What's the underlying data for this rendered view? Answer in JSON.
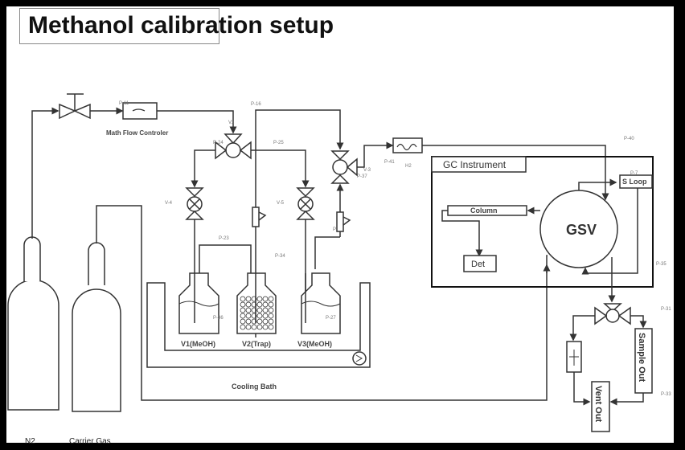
{
  "title": "Methanol calibration setup",
  "cylinders": {
    "n2_label": "N2",
    "carrier_label": "Carrier Gas"
  },
  "components": {
    "mfc_label": "Math Flow Controler",
    "valves": {
      "v2": "V2",
      "v4": "V-4",
      "v5": "V-5",
      "v3": "V-3"
    },
    "vessels": {
      "v1": "V1(MeOH)",
      "v2": "V2(Trap)",
      "v3": "V3(MeOH)"
    },
    "cooling_bath": "Cooling Bath",
    "gc_instrument": "GC Instrument",
    "column": "Column",
    "detector": "Det",
    "gsv": "GSV",
    "sample_loop": "S Loop",
    "sample_out": "Sample Out",
    "vent_out": "Vent Out",
    "heater_label": "H2"
  },
  "pipe_labels": {
    "p11": "P-11",
    "p16": "P-16",
    "p25": "P-25",
    "p24": "P-24",
    "p23": "P-23",
    "p34": "P-34",
    "p36": "P-36",
    "p27": "P-27",
    "p37": "P-37",
    "p41": "P-41",
    "p40": "P-40",
    "p7": "P-7",
    "p35": "P-35",
    "p31": "P-31",
    "p33": "P-33",
    "p1": "P"
  },
  "colors": {
    "line": "#333333",
    "frame": "#000000",
    "background": "#ffffff"
  }
}
